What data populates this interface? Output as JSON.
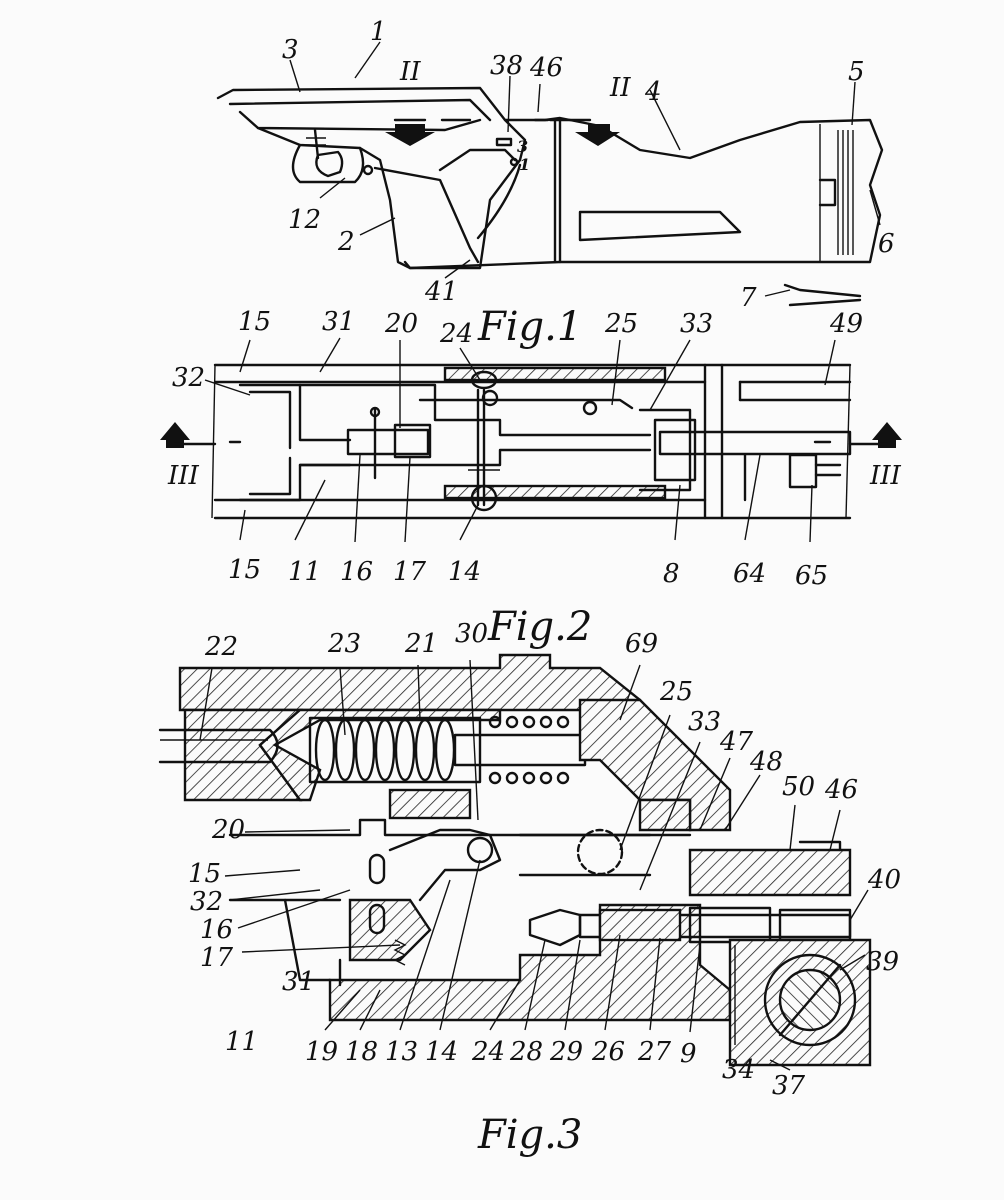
{
  "figures": [
    {
      "caption": "Fig.1"
    },
    {
      "caption": "Fig.2"
    },
    {
      "caption": "Fig.3"
    }
  ],
  "fig1_refs": [
    "1",
    "3",
    "II",
    "38",
    "46",
    "II",
    "4",
    "5",
    "3",
    "1",
    "12",
    "2",
    "41",
    "6",
    "7"
  ],
  "fig2_refs": [
    "15",
    "31",
    "20",
    "24",
    "25",
    "33",
    "49",
    "32",
    "III",
    "III",
    "15",
    "11",
    "16",
    "17",
    "14",
    "8",
    "64",
    "65"
  ],
  "fig3_refs": [
    "22",
    "23",
    "21",
    "30",
    "69",
    "25",
    "33",
    "47",
    "48",
    "50",
    "46",
    "20",
    "15",
    "32",
    "16",
    "17",
    "11",
    "31",
    "40",
    "39",
    "19",
    "18",
    "13",
    "14",
    "24",
    "28",
    "29",
    "26",
    "27",
    "9",
    "34",
    "37"
  ]
}
